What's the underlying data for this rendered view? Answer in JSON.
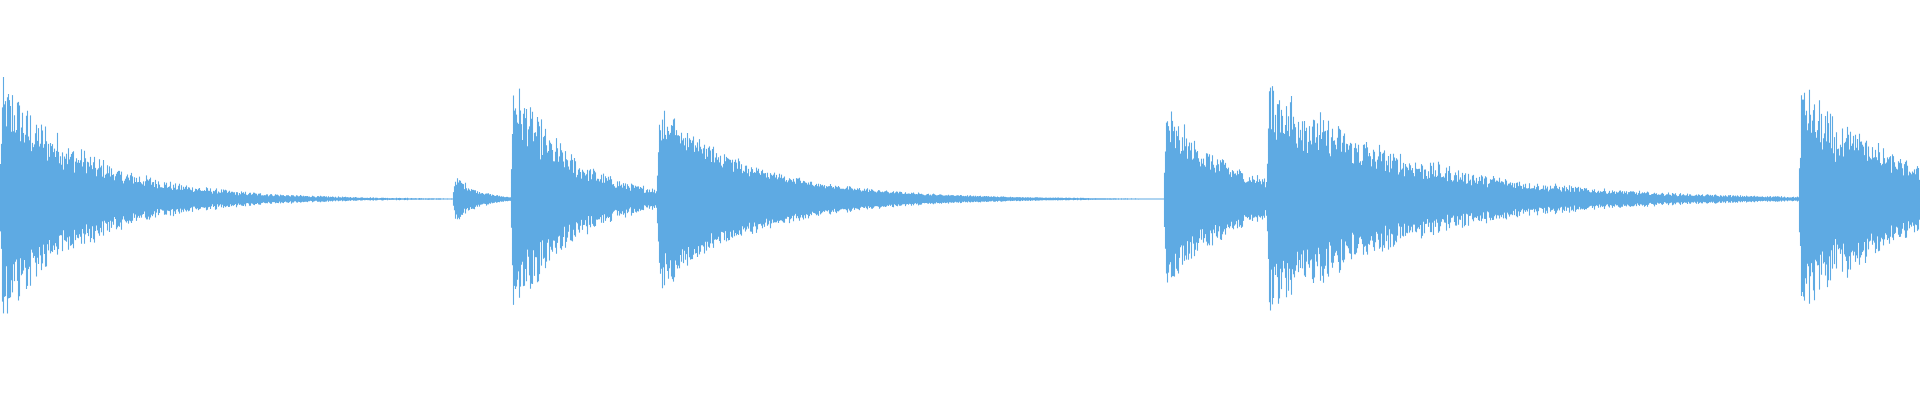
{
  "waveform": {
    "color": "#5eaae3",
    "background": "#ffffff",
    "baseline_visible": true,
    "events": [
      {
        "onset": 0.0,
        "peak": 0.72,
        "decay": 0.045,
        "noise": 0.35
      },
      {
        "onset": 0.236,
        "peak": 0.16,
        "decay": 0.012,
        "noise": 0.25
      },
      {
        "onset": 0.266,
        "peak": 0.74,
        "decay": 0.03,
        "noise": 0.35
      },
      {
        "onset": 0.342,
        "peak": 0.58,
        "decay": 0.05,
        "noise": 0.2
      },
      {
        "onset": 0.606,
        "peak": 0.56,
        "decay": 0.035,
        "noise": 0.3
      },
      {
        "onset": 0.66,
        "peak": 0.72,
        "decay": 0.07,
        "noise": 0.35
      },
      {
        "onset": 0.937,
        "peak": 0.7,
        "decay": 0.04,
        "noise": 0.35
      },
      {
        "onset": 0.96,
        "peak": 0.5,
        "decay": 0.04,
        "noise": 0.3
      }
    ]
  }
}
